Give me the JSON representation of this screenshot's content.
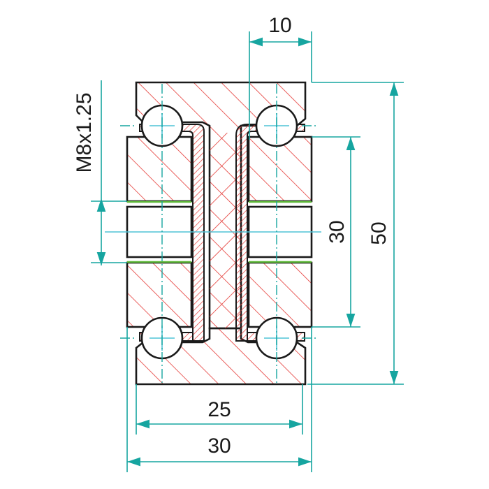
{
  "colors": {
    "outline": "#1a1a1a",
    "hatch": "#e53935",
    "dimension": "#16a5a0",
    "centerline": "#4fc3d6",
    "thread": "#5fb93a",
    "text": "#1a1a1a"
  },
  "dimensions": {
    "top_offset": "10",
    "thread_spec": "M8x1.25",
    "inner_height": "30",
    "overall_height": "50",
    "inner_width": "25",
    "overall_width": "30"
  }
}
